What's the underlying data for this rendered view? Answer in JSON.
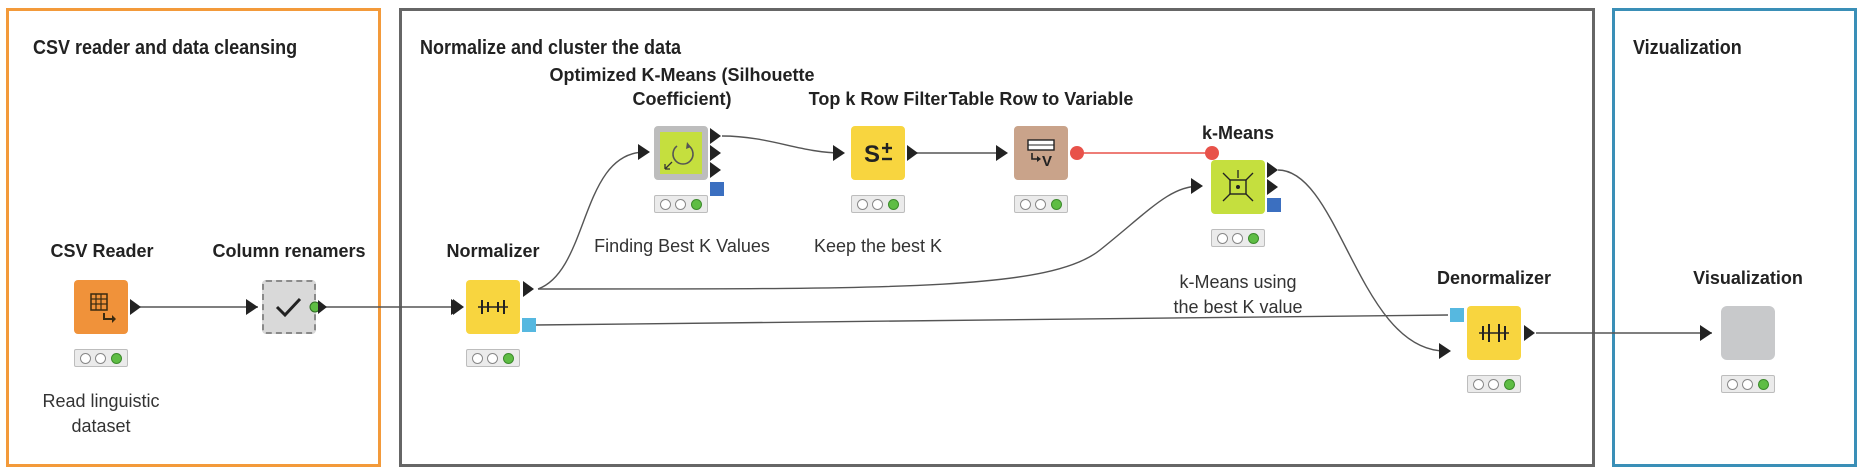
{
  "annotations": {
    "csv": {
      "title": "CSV reader and data cleansing",
      "border_color": "#f39a3a"
    },
    "normalize": {
      "title": "Normalize and cluster the data",
      "border_color": "#666666"
    },
    "viz": {
      "title": "Vizualization",
      "border_color": "#3a8fb7"
    }
  },
  "nodes": {
    "csv_reader": {
      "title": "CSV Reader",
      "desc_line1": "Read linguistic",
      "desc_line2": "dataset",
      "color": "#f0923a",
      "icon": "table-reader-icon"
    },
    "column_renamer": {
      "title": "Column renamers",
      "color": "#d9d9d9",
      "icon": "checkmark-icon"
    },
    "normalizer": {
      "title": "Normalizer",
      "color": "#f8d53f",
      "icon": "normalizer-icon"
    },
    "kmeans_opt": {
      "title_line1": "Optimized K-Means (Silhouette",
      "title_line2": "Coefficient)",
      "desc": "Finding Best K Values",
      "color": "#c5df3e",
      "icon": "loop-icon"
    },
    "topk": {
      "title": "Top k Row Filter",
      "desc": "Keep the best K",
      "color": "#f8d53f",
      "icon": "sort-filter-icon"
    },
    "row_to_var": {
      "title": "Table Row to Variable",
      "color": "#c9a38a",
      "icon": "row-to-variable-icon"
    },
    "kmeans": {
      "title": "k-Means",
      "desc_line1": "k-Means using",
      "desc_line2": "the best K value",
      "color": "#c5df3e",
      "icon": "cluster-icon"
    },
    "denormalizer": {
      "title": "Denormalizer",
      "color": "#f8d53f",
      "icon": "denormalizer-icon"
    },
    "visualization": {
      "title": "Visualization",
      "color": "#c8c9cb",
      "icon": "component-icon"
    }
  },
  "colors": {
    "model_port": "#3b6fc0",
    "variable_port": "#e8524a",
    "normalizer_port": "#56b8e0"
  }
}
